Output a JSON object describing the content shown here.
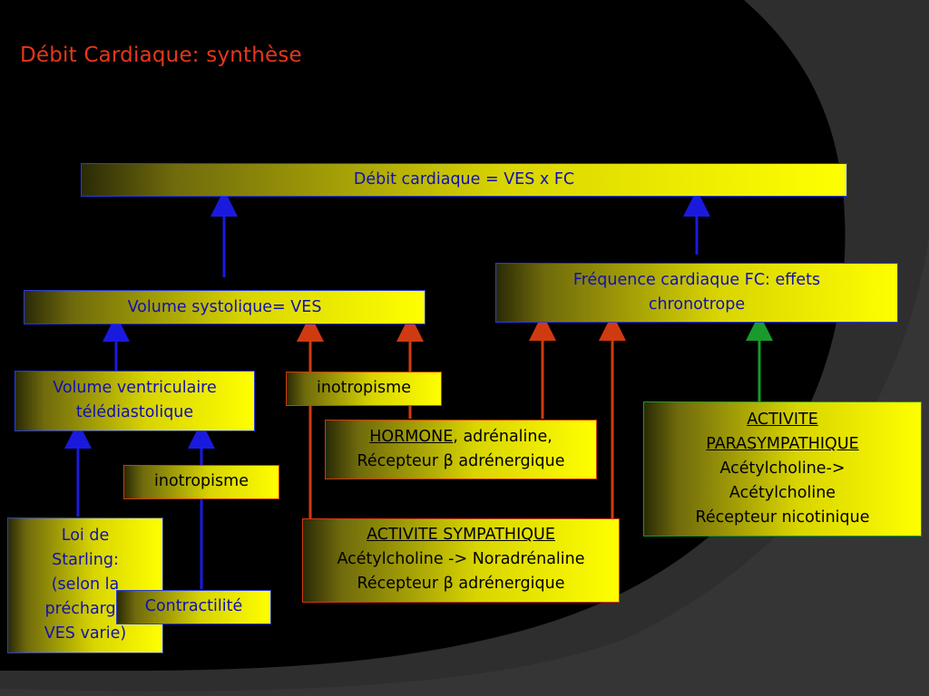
{
  "slide": {
    "title": "Débit Cardiaque: synthèse"
  },
  "boxes": {
    "debit": "Débit cardiaque = VES x FC",
    "volume_systolique": "Volume systolique= VES",
    "frequence_line1": "Fréquence cardiaque FC: effets",
    "frequence_line2": "chronotrope",
    "vtd_line1": "Volume ventriculaire",
    "vtd_line2": "télédiastolique",
    "inotropisme_top": "inotropisme",
    "inotropisme_low": "inotropisme",
    "hormone_word": "HORMONE",
    "hormone_rest": ", adrénaline,",
    "hormone_line2": "Récepteur β adrénergique",
    "para_line1": "ACTIVITE",
    "para_line2": "PARASYMPATHIQUE",
    "para_line3": "Acétylcholine->",
    "para_line4": "Acétylcholine",
    "para_line5": "Récepteur nicotinique",
    "sym_line1": "ACTIVITE SYMPATHIQUE",
    "sym_line2": "Acétylcholine -> Noradrénaline",
    "sym_line3": "Récepteur β adrénergique",
    "starling_line1": "Loi de",
    "starling_line2": "Starling:",
    "starling_line3": "(selon la",
    "starling_line4": "précharge",
    "starling_line5": "VES varie)",
    "contractilite": "Contractilité"
  },
  "colors": {
    "background": "#000000",
    "swoosh": "#2e2e2e",
    "title": "#e8361c",
    "arrow_blue": "#1a1adf",
    "arrow_red": "#d03a10",
    "arrow_green": "#1a9a2a"
  }
}
